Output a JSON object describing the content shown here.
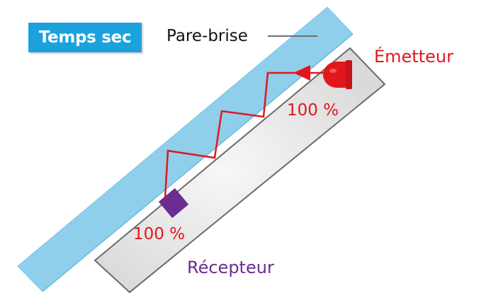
{
  "title_badge": "Temps sec",
  "labels": {
    "windshield": "Pare-brise",
    "emitter": "Émetteur",
    "receiver": "Récepteur",
    "emitter_intensity": "100 %",
    "receiver_intensity": "100 %"
  },
  "colors": {
    "badge": "#1ba2dc",
    "glass": "#a9dcf3",
    "beam": "#e3161d",
    "receiver": "#6b2d91",
    "sensor_body": "#e6e6e6"
  }
}
